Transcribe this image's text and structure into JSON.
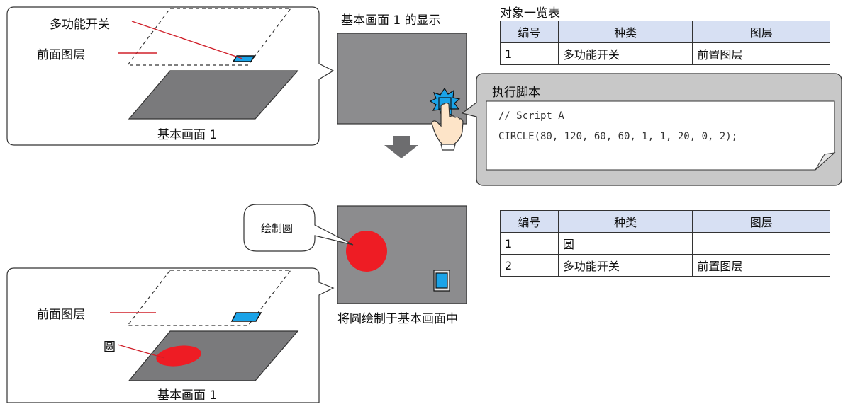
{
  "top": {
    "panel": {
      "multi_switch_label": "多功能开关",
      "front_layer_label": "前面图层",
      "base_screen_label": "基本画面 1"
    },
    "display_title": "基本画面 1 的显示",
    "object_list_title": "对象一览表",
    "table": {
      "headers": [
        "编号",
        "种类",
        "图层"
      ],
      "rows": [
        [
          "1",
          "多功能开关",
          "前置图层"
        ]
      ]
    },
    "script_bubble": {
      "title": "执行脚本",
      "lines": [
        "// Script A",
        "CIRCLE(80, 120, 60, 60, 1, 1, 20, 0, 2);"
      ]
    }
  },
  "bottom": {
    "callout": "绘制圆",
    "caption": "将圆绘制于基本画面中",
    "panel": {
      "front_layer_label": "前面图层",
      "circle_label": "圆",
      "base_screen_label": "基本画面 1"
    },
    "table": {
      "headers": [
        "编号",
        "种类",
        "图层"
      ],
      "rows": [
        [
          "1",
          "圆",
          ""
        ],
        [
          "2",
          "多功能开关",
          "前置图层"
        ]
      ]
    }
  },
  "colors": {
    "gray_screen": "#8c8c8e",
    "layer_gray": "#7a7a7c",
    "switch_blue": "#1aa3e8",
    "circle_red": "#ee1c24",
    "leader_red": "#d0202a",
    "table_header": "#d7e0f3",
    "arrow_gray": "#6d6d6f"
  },
  "icons": [
    "hand-pointer-icon",
    "down-arrow-icon",
    "folded-corner-icon",
    "burst-icon"
  ]
}
